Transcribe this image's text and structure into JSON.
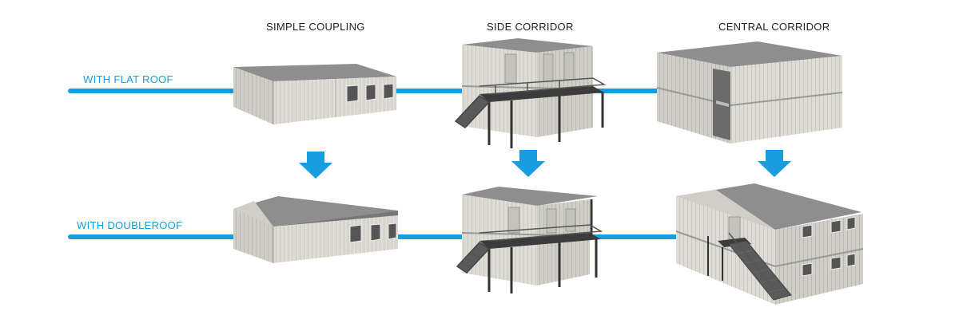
{
  "columns": {
    "simple_coupling": "SIMPLE COUPLING",
    "side_corridor": "SIDE CORRIDOR",
    "central_corridor": "CENTRAL CORRIDOR"
  },
  "rows": {
    "flat_roof": "WITH  FLAT ROOF",
    "double_roof": "WITH DOUBLEROOF"
  },
  "colors": {
    "accent": "#1a9ce0",
    "module": "#d9d8d1",
    "roof": "#8e8e8e",
    "steel": "#444444"
  }
}
